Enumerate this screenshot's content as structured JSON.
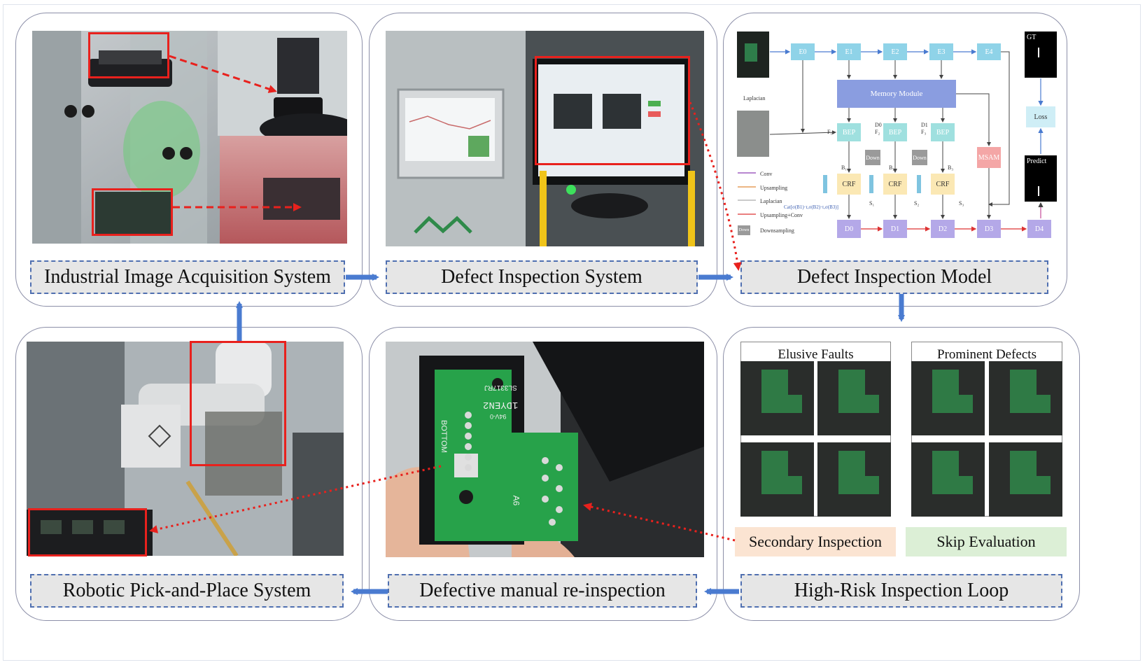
{
  "panels": {
    "acquisition": {
      "caption": "Industrial Image Acquisition System"
    },
    "inspection_system": {
      "caption": "Defect Inspection System"
    },
    "model": {
      "caption": "Defect Inspection Model",
      "nodes": {
        "e0": "E0",
        "e1": "E1",
        "e2": "E2",
        "e3": "E3",
        "e4": "E4",
        "memory": "Memory Module",
        "bep1": "BEP",
        "bep2": "BEP",
        "bep3": "BEP",
        "down1": "Down",
        "down2": "Down",
        "crf1": "CRF",
        "crf2": "CRF",
        "crf3": "CRF",
        "msam": "MSAM",
        "d0": "D0",
        "d1": "D1",
        "d2": "D2",
        "d3": "D3",
        "d4": "D4",
        "gt": "GT",
        "loss": "Loss",
        "predict": "Predict"
      },
      "labels": {
        "laplacian": "Laplacian",
        "f1": "F₁",
        "f2": "F₂",
        "f3": "F₃",
        "d0": "D0",
        "d1": "D1",
        "b1": "B₁",
        "b2": "B₂",
        "b3": "B₃",
        "s1": "S₁",
        "s2": "S₂",
        "s3": "S₃",
        "cat": "Cat[σ(B1)·τ,σ(B2)·τ,σ(B3)]"
      },
      "legend": [
        "Conv",
        "Upsampling",
        "Laplacian",
        "Upsampling+Conv",
        "Downsampling"
      ],
      "legend_down": "Down"
    },
    "loop": {
      "caption": "High-Risk Inspection Loop",
      "left_title": "Elusive Faults",
      "right_title": "Prominent Defects",
      "secondary": "Secondary Inspection",
      "skip": "Skip Evaluation"
    },
    "reinspection": {
      "caption": "Defective manual re-inspection"
    },
    "robotic": {
      "caption": "Robotic Pick-and-Place System"
    }
  },
  "photo_text": {
    "pcb_left": "BOTTOM",
    "pcb_code1": "1DYEN2",
    "pcb_code2": "SL3317RJ",
    "pcb_code3": "94V-0",
    "pcb_mark": "A6"
  },
  "colors": {
    "flow_arrow": "#4a7bd0",
    "red_highlight": "#e8211d",
    "encoder": "#8fd3e8",
    "memory": "#8a9de0",
    "bep": "#9fe0df",
    "crf": "#fbe8b4",
    "msam": "#f4a6a6",
    "decoder": "#b4a8e8",
    "secondary_bg": "#fbe4d2",
    "skip_bg": "#dcefd6"
  }
}
